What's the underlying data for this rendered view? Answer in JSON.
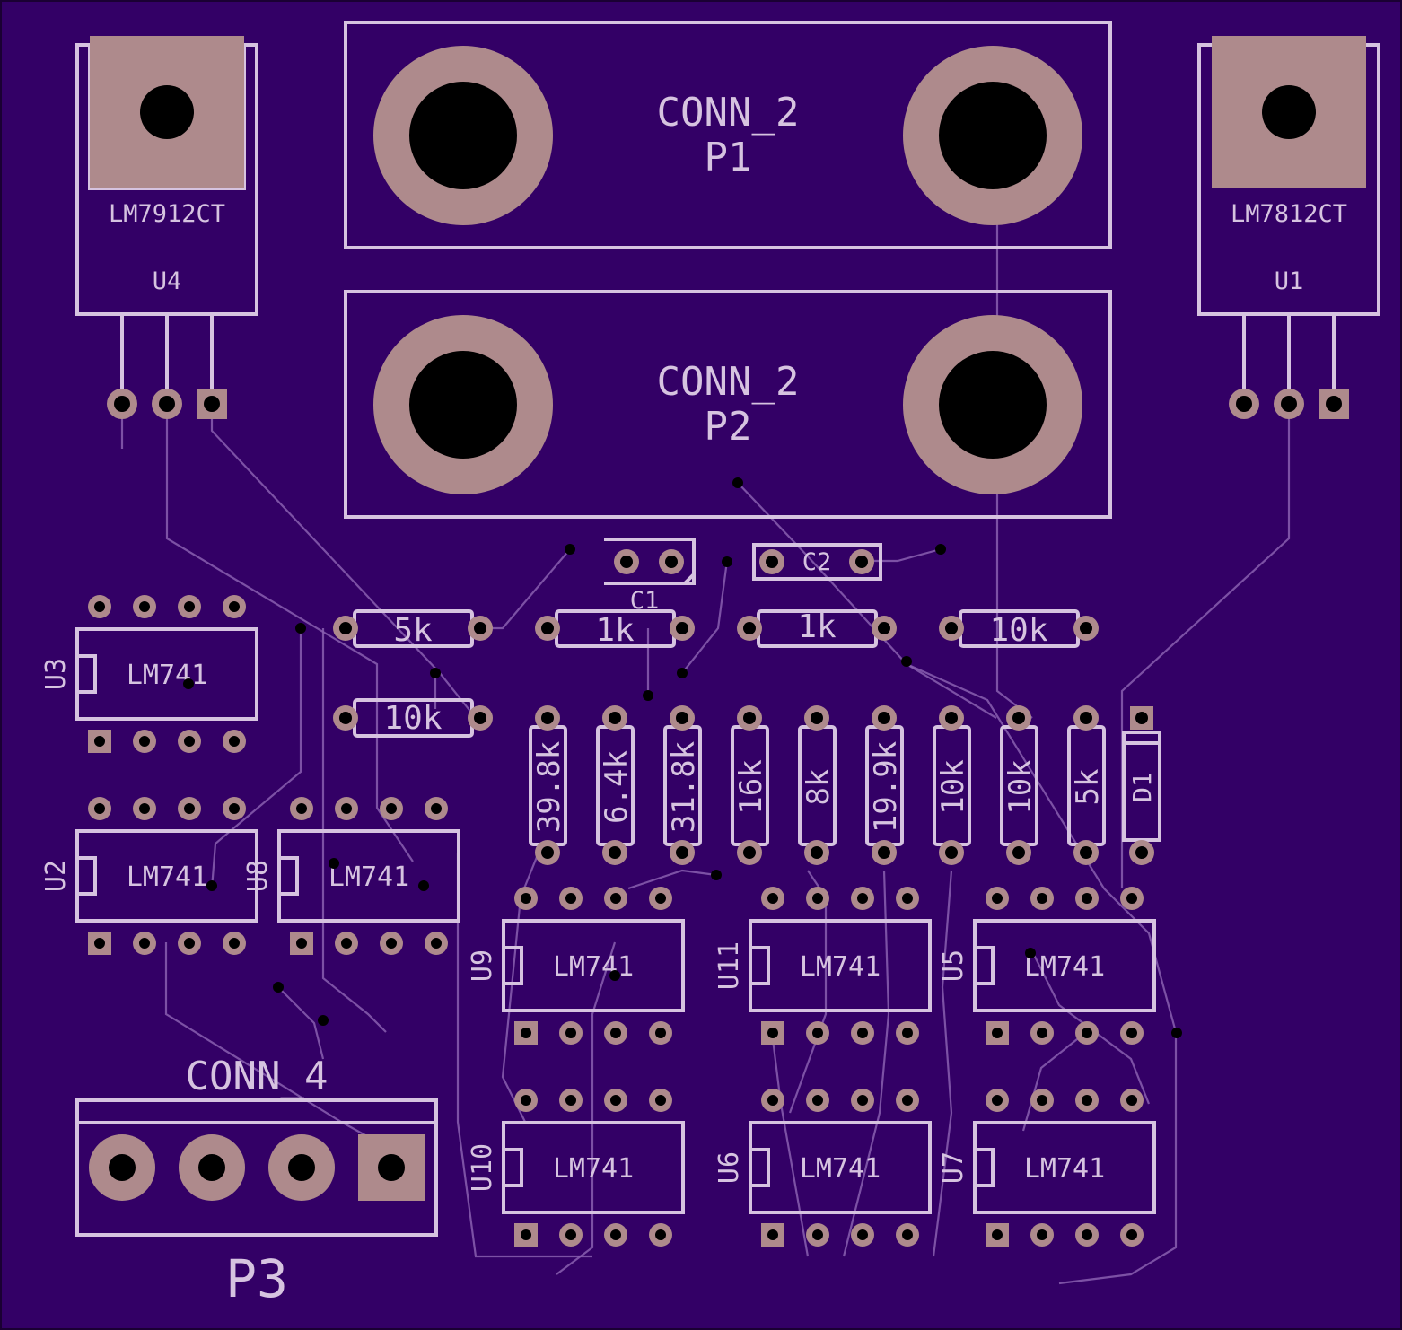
{
  "colors": {
    "board": "#330066",
    "silkscreen": "#d6c3e0",
    "copper_pad": "#ae8a8c",
    "drill": "#000000",
    "trace": "#8a5fb0"
  },
  "regulators": [
    {
      "ref": "U4",
      "value": "LM7912CT"
    },
    {
      "ref": "U1",
      "value": "LM7812CT"
    }
  ],
  "connectors": [
    {
      "ref": "P1",
      "value": "CONN_2"
    },
    {
      "ref": "P2",
      "value": "CONN_2"
    },
    {
      "ref": "P3",
      "value": "CONN_4"
    }
  ],
  "capacitors": [
    {
      "ref": "C1"
    },
    {
      "ref": "C2"
    }
  ],
  "diode": {
    "ref": "D1"
  },
  "resistors_horizontal": [
    "5k",
    "1k",
    "1k",
    "10k",
    "10k"
  ],
  "resistors_vertical": [
    "39.8k",
    "6.4k",
    "31.8k",
    "16k",
    "8k",
    "19.9k",
    "10k",
    "10k",
    "5k"
  ],
  "opamps": [
    {
      "ref": "U3",
      "value": "LM741"
    },
    {
      "ref": "U2",
      "value": "LM741"
    },
    {
      "ref": "U8",
      "value": "LM741"
    },
    {
      "ref": "U9",
      "value": "LM741"
    },
    {
      "ref": "U11",
      "value": "LM741"
    },
    {
      "ref": "U5",
      "value": "LM741"
    },
    {
      "ref": "U10",
      "value": "LM741"
    },
    {
      "ref": "U6",
      "value": "LM741"
    },
    {
      "ref": "U7",
      "value": "LM741"
    }
  ]
}
